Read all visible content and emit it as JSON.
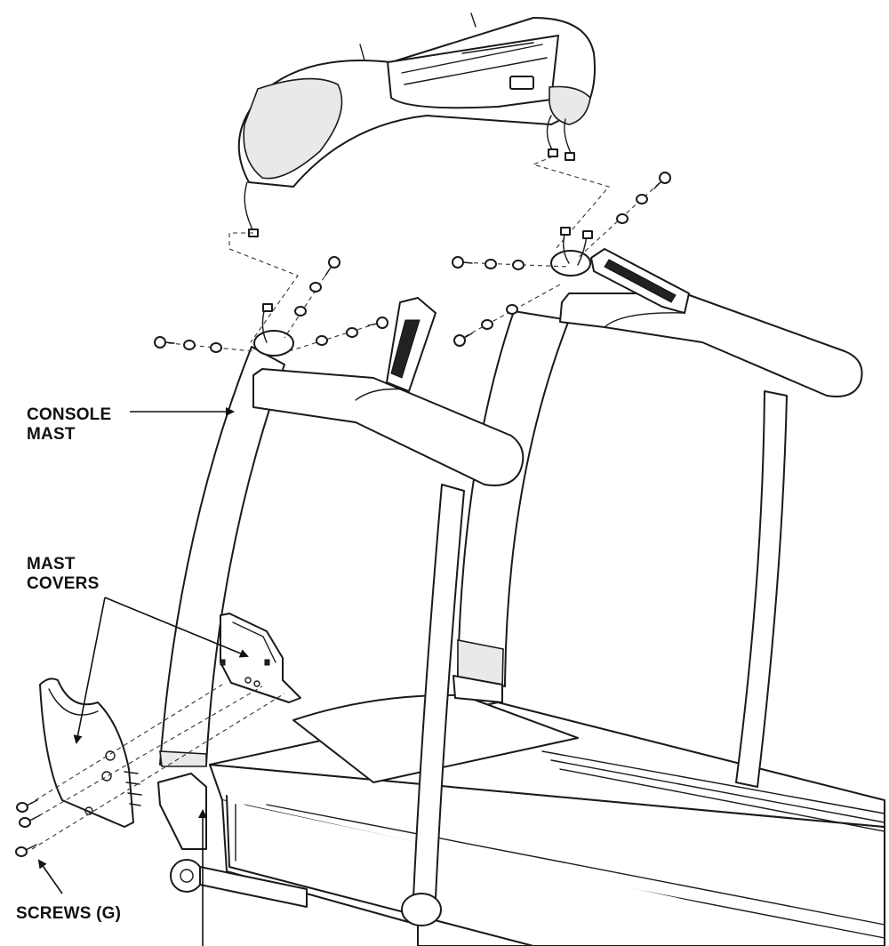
{
  "labels": {
    "console_mast": [
      "CONSOLE",
      "MAST"
    ],
    "mast_covers": [
      "MAST",
      "COVERS"
    ],
    "screws": "SCREWS (G)"
  },
  "colors": {
    "ink": "#1a1a1a",
    "background": "#ffffff",
    "shade": "#e9e9e9"
  }
}
